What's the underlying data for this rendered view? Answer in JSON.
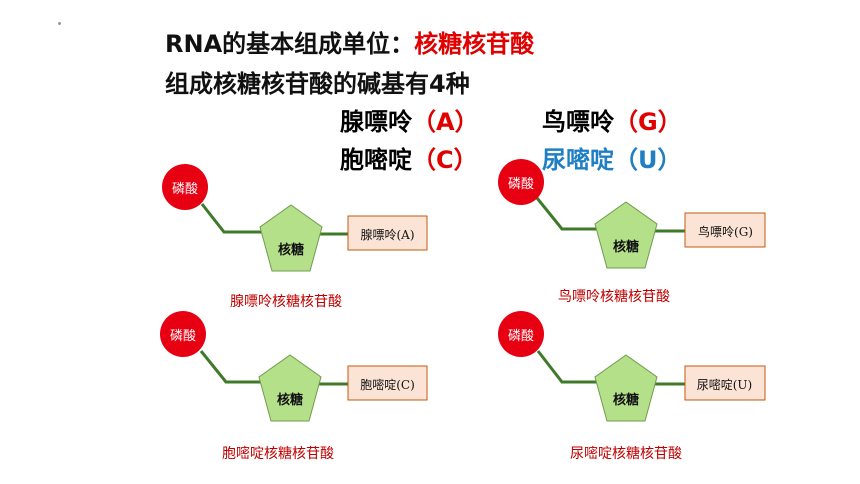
{
  "heading": {
    "prefix": "RNA的基本组成单位：",
    "highlight": "核糖核苷酸"
  },
  "subheading": "组成核糖核苷酸的碱基有4种",
  "bases": [
    {
      "name": "腺嘌呤",
      "letter": "（A）"
    },
    {
      "name": "鸟嘌呤",
      "letter": "（G）"
    },
    {
      "name": "胞嘧啶",
      "letter": "（C）"
    },
    {
      "name": "尿嘧啶",
      "letter": "（U）"
    }
  ],
  "nucleotides": [
    {
      "phosphate": "磷酸",
      "sugar": "核糖",
      "base": "腺嘌呤(A)",
      "caption": "腺嘌呤核糖核苷酸"
    },
    {
      "phosphate": "磷酸",
      "sugar": "核糖",
      "base": "鸟嘌呤(G)",
      "caption": "鸟嘌呤核糖核苷酸"
    },
    {
      "phosphate": "磷酸",
      "sugar": "核糖",
      "base": "胞嘧啶(C)",
      "caption": "胞嘧啶核糖核苷酸"
    },
    {
      "phosphate": "磷酸",
      "sugar": "核糖",
      "base": "尿嘧啶(U)",
      "caption": "尿嘧啶核糖核苷酸"
    }
  ],
  "colors": {
    "phosphate": "#e60012",
    "sugar": "#b5e08a",
    "bond": "#3f7a28",
    "base_box_fill": "#fbe4d5",
    "base_box_border": "#c55a11",
    "highlight_red": "#e00000",
    "uracil_blue": "#1f7fc4"
  }
}
